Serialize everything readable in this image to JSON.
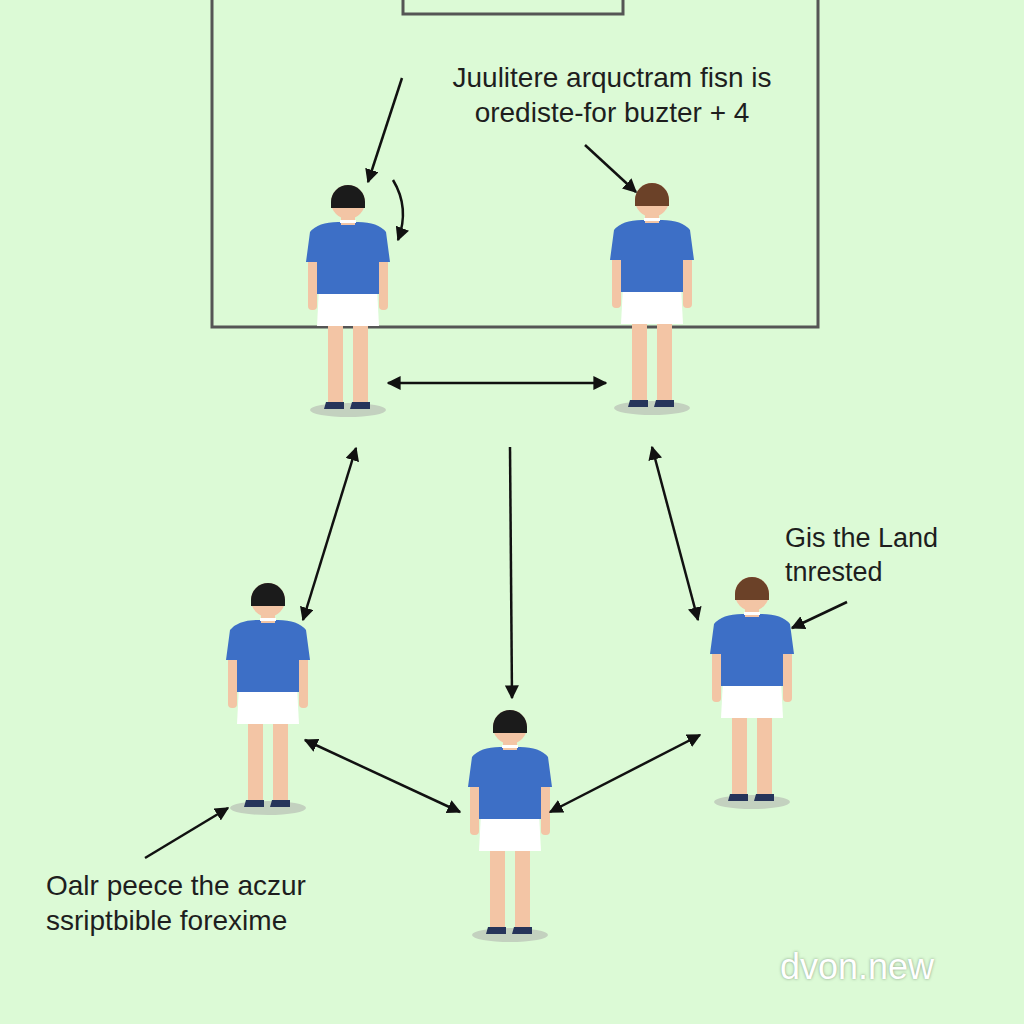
{
  "diagram": {
    "labels": [
      "Juulitere arquctram fisn is orediste-for buzter + 4",
      "Gis the Land tnrested",
      "Oalr peece the aczur ssriptbible forexime",
      "dvon.new"
    ]
  }
}
